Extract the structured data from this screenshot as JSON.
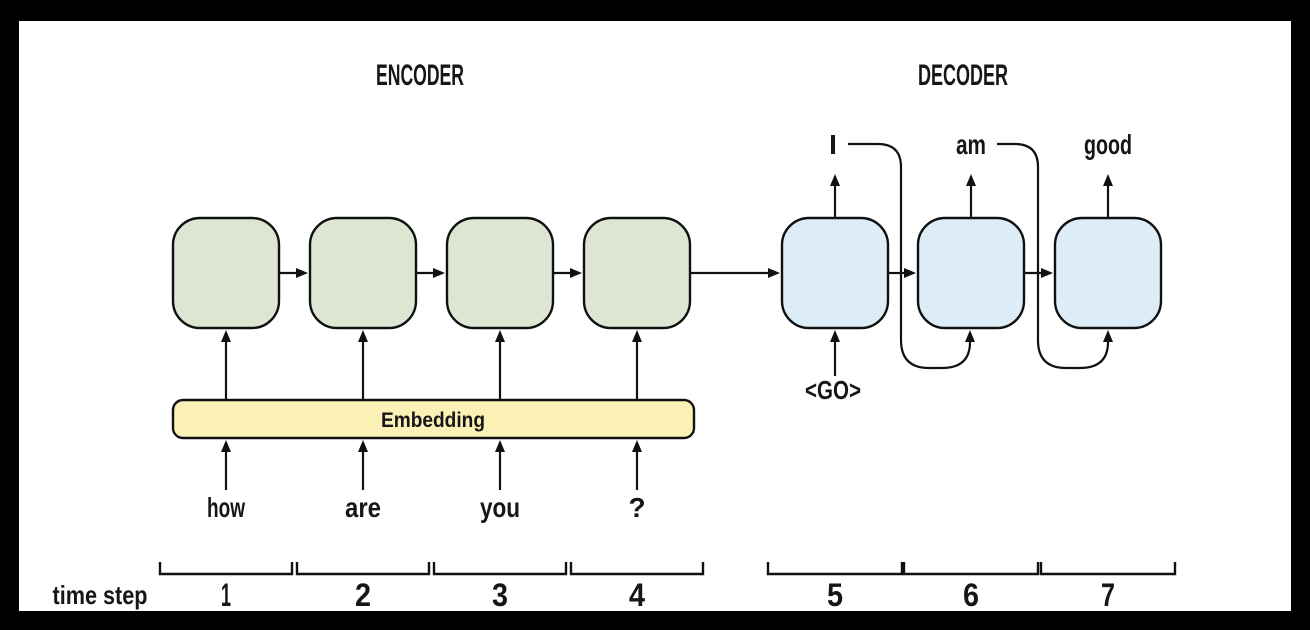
{
  "header": {
    "encoder_title": "ENCODER",
    "decoder_title": "DECODER"
  },
  "encoder": {
    "inputs": [
      "how",
      "are",
      "you",
      "?"
    ],
    "embedding_label": "Embedding"
  },
  "decoder": {
    "outputs": [
      "I",
      "am",
      "good"
    ],
    "start_token": "<GO>"
  },
  "timeline": {
    "label": "time step",
    "steps": [
      "1",
      "2",
      "3",
      "4",
      "5",
      "6",
      "7"
    ]
  },
  "colors": {
    "frame": "#000000",
    "surface": "#ffffff",
    "encoder_cell": "#dde6d2",
    "decoder_cell": "#ddedf7",
    "embedding": "#fbf0b6",
    "line": "#111111"
  }
}
